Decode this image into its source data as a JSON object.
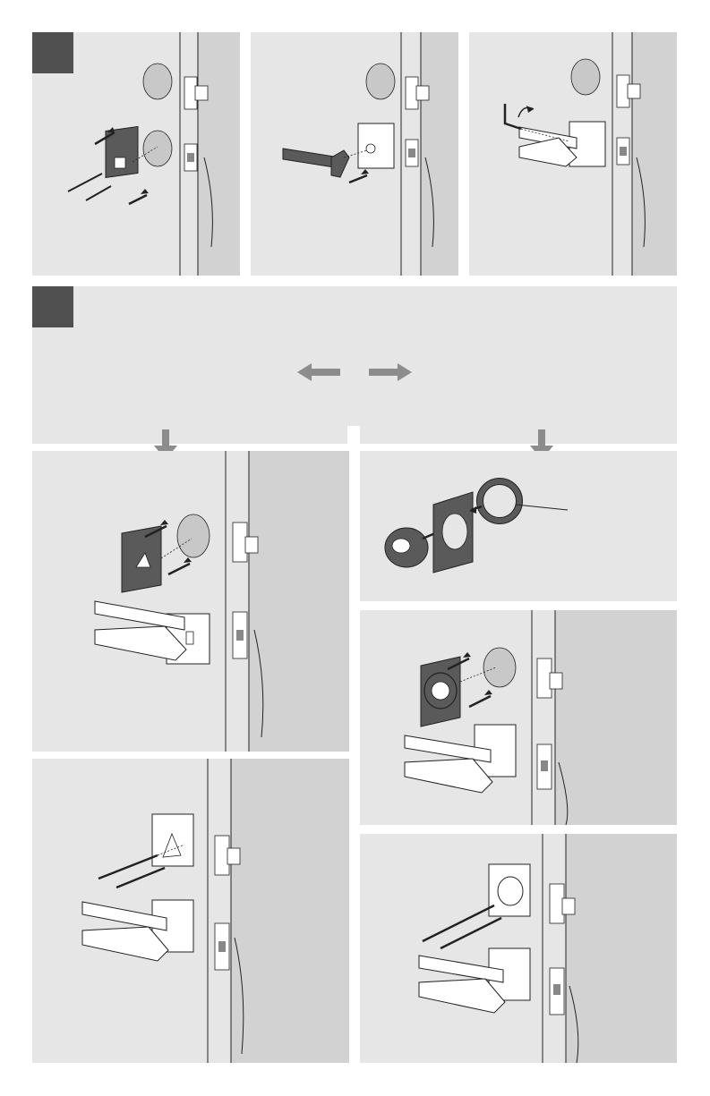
{
  "document": {
    "type": "installation-instructions",
    "section_a_panels": [
      "mount-interior-rose",
      "attach-lever",
      "secure-lever-with-hex-key"
    ],
    "section_b_option_left": [
      "install-thumbturn-rose",
      "screw-thumbturn-rose"
    ],
    "section_b_option_right": [
      "assemble-keyed-cylinder-with-ring",
      "install-keyed-rose",
      "screw-keyed-rose"
    ]
  },
  "colors": {
    "panel_bg": "#e6e6e6",
    "door_edge": "#d2d2d2",
    "badge": "#505050",
    "gray_arrow": "#8c8c8c",
    "part_dark": "#5a5a5a",
    "line": "#222222"
  }
}
